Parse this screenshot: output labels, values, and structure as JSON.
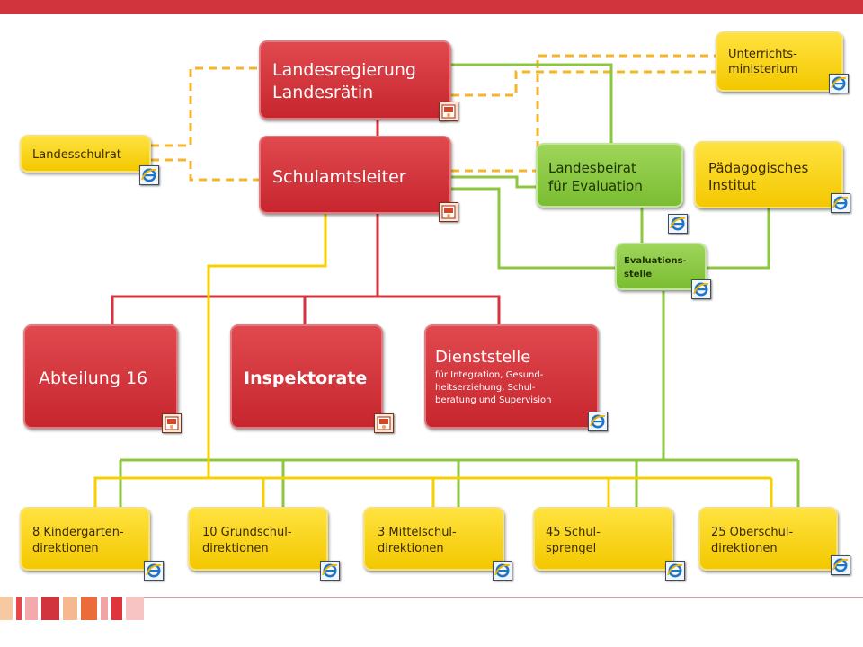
{
  "nodes": {
    "landesregierung": {
      "text": "Landesregierung\nLandesrätin",
      "icon": "powerpoint-icon"
    },
    "schulamtsleiter": {
      "text": "Schulamtsleiter",
      "icon": "powerpoint-icon"
    },
    "landesschulrat": {
      "text": "Landesschulrat",
      "icon": "internet-explorer-icon"
    },
    "unterrichtsministerium": {
      "text": "Unterrichts-\nministerium",
      "icon": "internet-explorer-icon"
    },
    "landesbeirat": {
      "text": "Landesbeirat\nfür Evaluation",
      "icon": "internet-explorer-icon"
    },
    "paedagogisches_institut": {
      "text": "Pädagogisches\nInstitut",
      "icon": "internet-explorer-icon"
    },
    "evaluationsstelle": {
      "text": "Evaluations-\nstelle",
      "icon": "internet-explorer-icon"
    },
    "abteilung16": {
      "text": "Abteilung 16",
      "icon": "powerpoint-icon"
    },
    "inspektorate": {
      "text": "Inspektorate",
      "icon": "powerpoint-icon"
    },
    "dienststelle": {
      "title": "Dienststelle",
      "subtitle": "für Integration, Gesund-\nheitserziehung, Schul-\nberatung und Supervision",
      "icon": "internet-explorer-icon"
    },
    "kindergarten": {
      "text": "8 Kindergarten-\n      direktionen",
      "icon": "internet-explorer-icon"
    },
    "grundschul": {
      "text": "10 Grundschul-\n      direktionen",
      "icon": "internet-explorer-icon"
    },
    "mittelschul": {
      "text": "3 Mittelschul-\n      direktionen",
      "icon": "internet-explorer-icon"
    },
    "schulsprengel": {
      "text": "45 Schul-\n         sprengel",
      "icon": "internet-explorer-icon"
    },
    "oberschul": {
      "text": "25 Oberschul-\n      direktionen",
      "icon": "internet-explorer-icon"
    }
  },
  "colors": {
    "red": "#d2343d",
    "yellow": "#f7d000",
    "green": "#8dc63f",
    "dashed": "#f5b42a",
    "top_bar": "#d2343d"
  }
}
